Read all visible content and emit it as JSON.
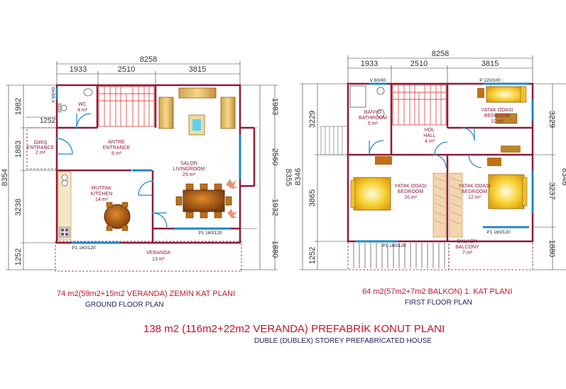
{
  "ground": {
    "dims": {
      "overall": "8258",
      "top": [
        "1933",
        "2510",
        "3815"
      ],
      "left_total": "8354",
      "left": [
        "1982",
        "1252",
        "1883",
        "3238",
        "1252"
      ],
      "right_total": "8355",
      "right": [
        "1983",
        "2560",
        "1932",
        "1880"
      ]
    },
    "rooms": {
      "wc": [
        "WC",
        "4 m²"
      ],
      "giris": [
        "GİRİŞ",
        "ENTRANCE",
        "2 m²"
      ],
      "antre": [
        "ANTRE",
        "ENTRANCE",
        "8 m²"
      ],
      "salon": [
        "SALON",
        "LIVINGROOM",
        "25 m²"
      ],
      "mutfak": [
        "MUTFAK",
        "KITCHEN",
        "14 m²"
      ],
      "veranda": [
        "VERANDA",
        "13 m²"
      ]
    },
    "labels": {
      "v": "V 60/40",
      "p_kitchen": "P1 160/120",
      "p_salon": "P1 160/120"
    },
    "caption_tr": "74 m2(59m2+15m2 VERANDA) ZEMİN KAT PLANI",
    "caption_en": "GROUND FLOOR PLAN"
  },
  "first": {
    "dims": {
      "overall": "8258",
      "top": [
        "1933",
        "2510",
        "3815"
      ],
      "left_total": "8346",
      "left": [
        "3229",
        "3865",
        "1252"
      ],
      "right_total": "8346",
      "right": [
        "3229",
        "3237",
        "1880"
      ]
    },
    "rooms": {
      "banyo": [
        "BANYO",
        "BATHROOM",
        "5 m²"
      ],
      "hol": [
        "HOL",
        "HALL",
        "4 m²"
      ],
      "yatak1": [
        "YATAK ODASI",
        "BEDROOM",
        "10 m²"
      ],
      "yatak2": [
        "YATAK ODASI",
        "BEDROOM",
        "16 m²"
      ],
      "yatak3": [
        "YATAK ODASI",
        "BEDROOM",
        "12 m²"
      ],
      "balkon": [
        "BALKON",
        "BALCONY",
        "7 m²"
      ]
    },
    "labels": {
      "v": "V 60/40",
      "p_top": "P 120/100",
      "p_left": "P1 160/120",
      "p_right": "P1 160/120"
    },
    "caption_tr": "64 m2(57m2+7m2 BALKON) 1. KAT PLANI",
    "caption_en": "FIRST FLOOR PLAN"
  },
  "title": "138 m2 (116m2+22m2 VERANDA) PREFABRİK KONUT PLANI",
  "subtitle": "DUBLE (DUBLEX) STOREY PREFABRİCATED HOUSE",
  "colors": {
    "wall": "#8e1b3a",
    "dim": "#333333",
    "door": "#1e88c8",
    "stair": "#e0524f",
    "wood": "#b8862e",
    "bed": "#f2c21f",
    "red_text": "#c0142a",
    "navy_text": "#1a1f5c"
  }
}
